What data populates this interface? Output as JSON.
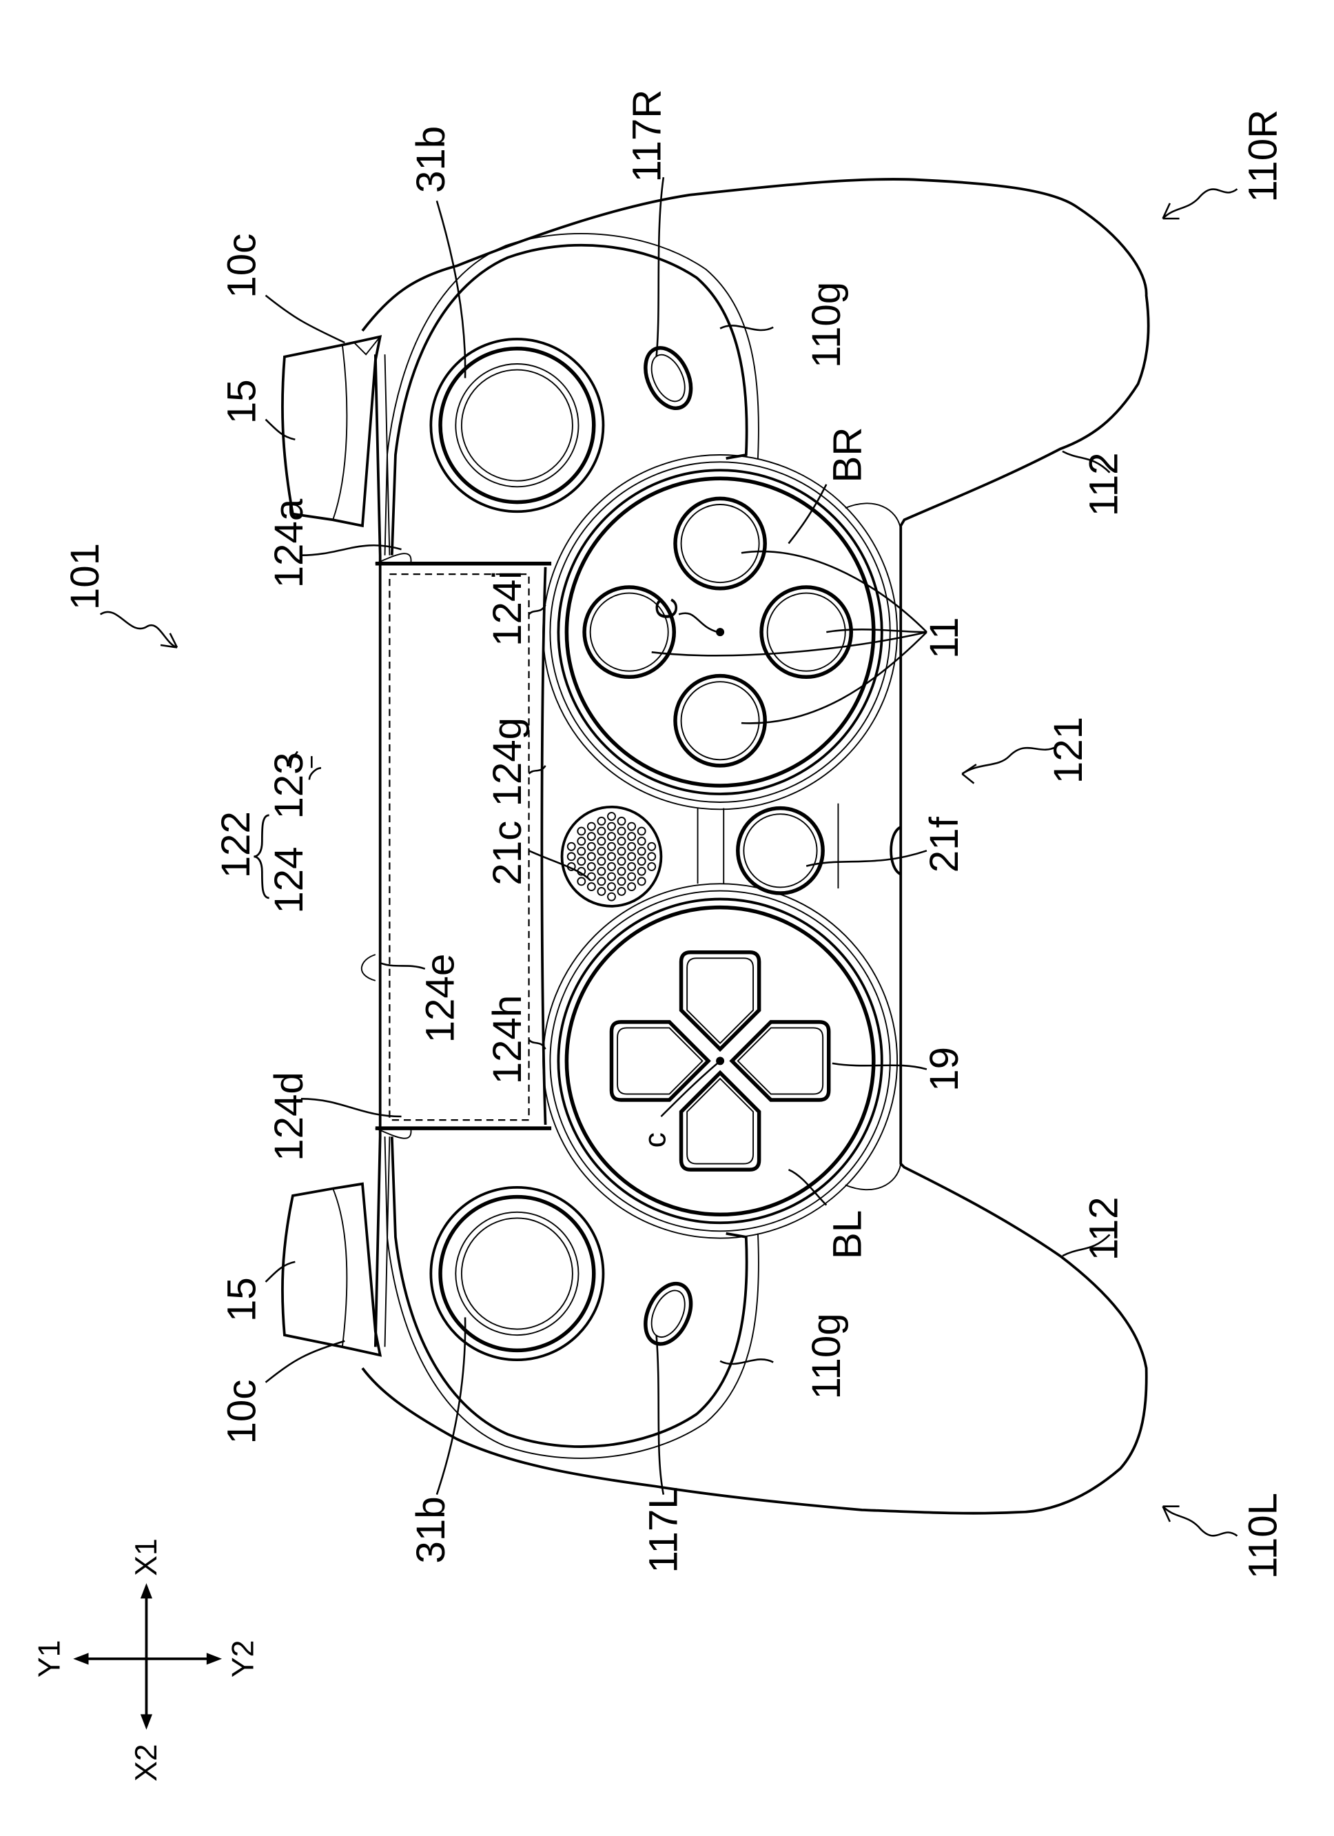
{
  "figure": {
    "assembly_label": "101",
    "grip_right_label": "110R",
    "grip_left_label": "110L",
    "trigger_cover_label": "10c",
    "trigger_label": "15",
    "stick_label": "31b",
    "hole_right_label": "117R",
    "hole_left_label": "117L",
    "recess_label": "110g",
    "button_base_right_label": "BR",
    "button_base_left_label": "BL",
    "grip_surface_label": "112",
    "face_buttons_label": "11",
    "front_panel_label": "121",
    "center_button_label": "21f",
    "dpad_label": "19",
    "touchpad_edge_a_label": "124a",
    "touchpad_edge_i_label": "124i",
    "touchpad_edge_g_label": "124g",
    "speaker_label": "21c",
    "touchpad_edge_e_label": "124e",
    "touchpad_edge_h_label": "124h",
    "touchpad_edge_d_label": "124d",
    "touchpad_group_label": "122",
    "touchpad_label": "124",
    "sensor_label": "123",
    "center_c_upper": "C",
    "center_c_lower": "c"
  },
  "axes": {
    "x1": "X1",
    "x2": "X2",
    "y1": "Y1",
    "y2": "Y2"
  }
}
